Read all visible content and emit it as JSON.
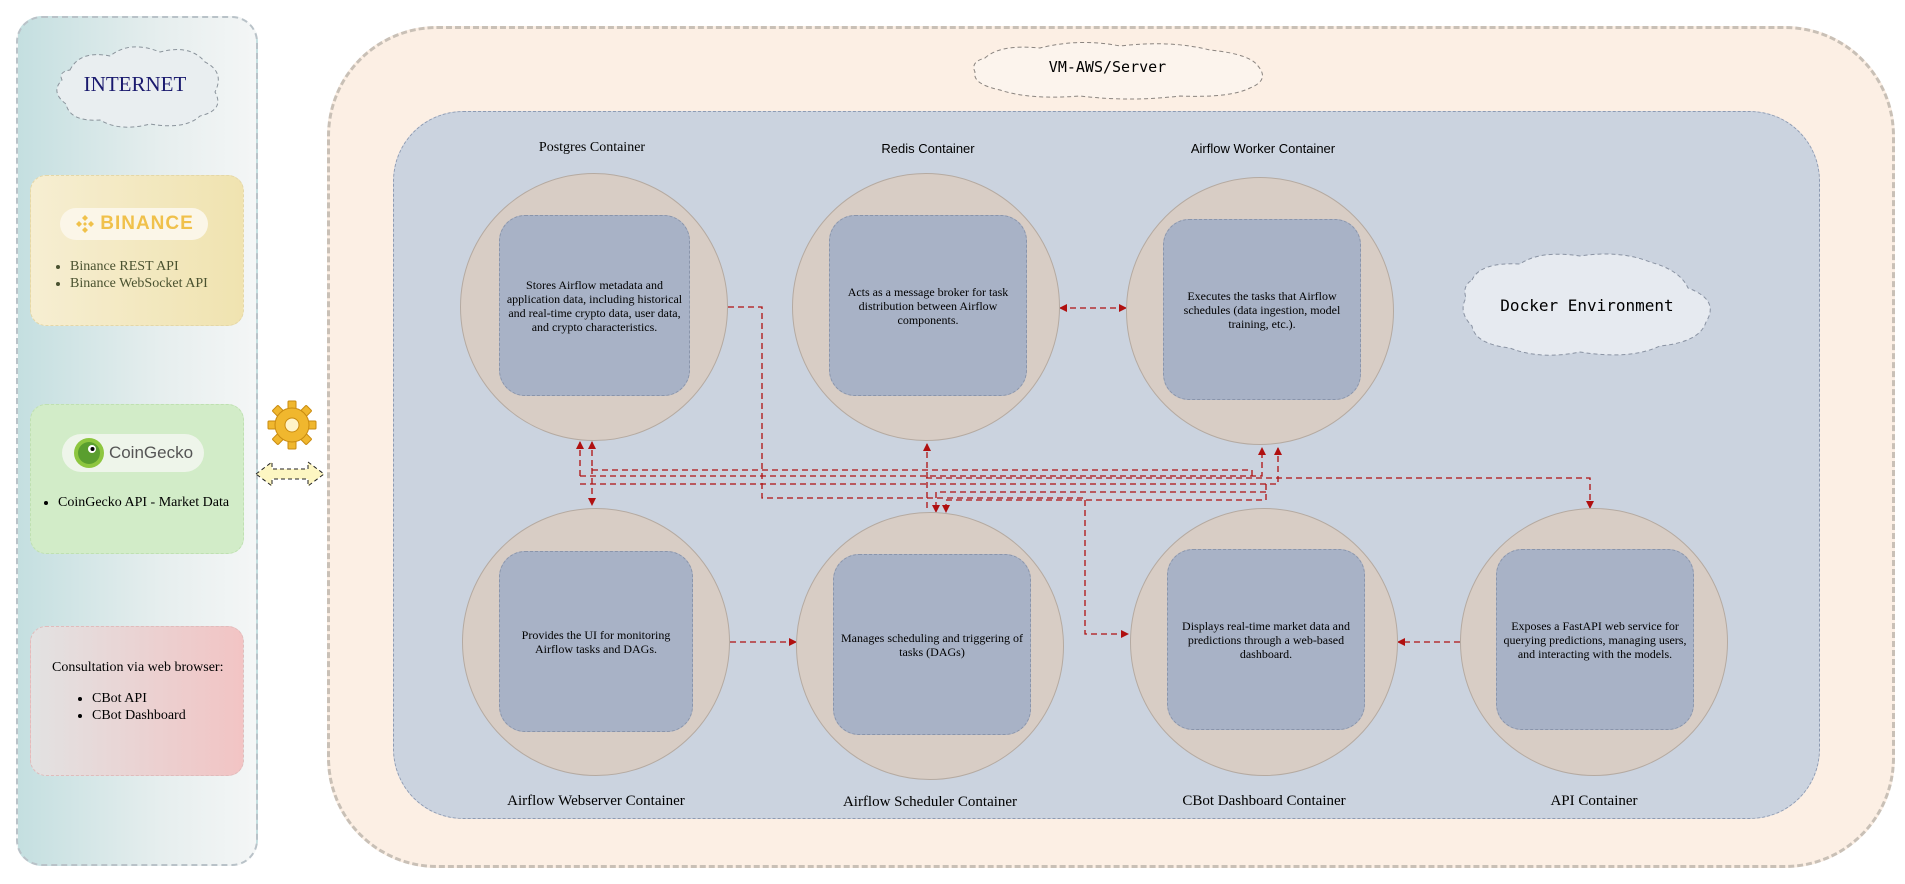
{
  "internet": {
    "title": "INTERNET"
  },
  "binance": {
    "logo": "BINANCE",
    "items": [
      "Binance REST API",
      "Binance WebSocket API"
    ]
  },
  "coingecko": {
    "logo": "CoinGecko",
    "items": [
      "CoinGecko API - Market Data"
    ]
  },
  "consultation": {
    "heading": "Consultation via web browser:",
    "items": [
      "CBot API",
      "CBot Dashboard"
    ]
  },
  "vm": {
    "title": "VM-AWS/Server"
  },
  "docker": {
    "title": "Docker Environment"
  },
  "containers": {
    "postgres": {
      "title": "Postgres Container",
      "desc": "Stores Airflow metadata and application data, including historical and real-time crypto data, user data, and crypto characteristics."
    },
    "redis": {
      "title": "Redis Container",
      "desc": "Acts as a message broker for task distribution between Airflow components."
    },
    "worker": {
      "title": "Airflow Worker Container",
      "desc": "Executes the tasks that Airflow schedules (data ingestion, model training, etc.)."
    },
    "webserver": {
      "title": "Airflow Webserver Container",
      "desc": "Provides the UI for monitoring Airflow tasks and DAGs."
    },
    "scheduler": {
      "title": "Airflow Scheduler Container",
      "desc": "Manages scheduling and triggering of tasks (DAGs)"
    },
    "dashboard": {
      "title": "CBot Dashboard Container",
      "desc": "Displays real-time market data and predictions through a web-based dashboard."
    },
    "api": {
      "title": "API Container",
      "desc": "Exposes a FastAPI web service for querying predictions, managing users, and interacting with the models."
    }
  },
  "colors": {
    "arrow": "#b01010",
    "vm_bg": "#fcefe4",
    "docker_bg": "#cbd3df",
    "circle": "#d8cdc5",
    "inner": "#a8b2c6",
    "internet_title": "#1a1a6e"
  },
  "icons": {
    "gear": "gear-icon",
    "bidirectional_arrow": "double-arrow-icon",
    "binance_logo": "binance-logo-icon",
    "coingecko_logo": "coingecko-logo-icon"
  }
}
